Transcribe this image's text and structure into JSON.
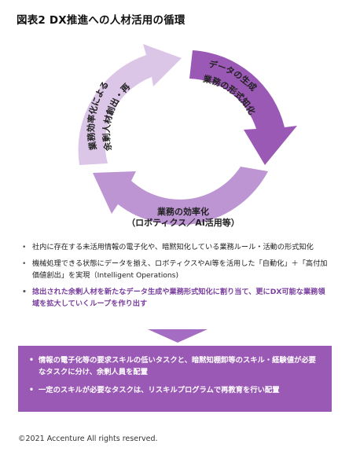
{
  "title": "図表2 DX推進への人材活用の循環",
  "cycle": {
    "stage_top_right_line1": "データの生成",
    "stage_top_right_line2": "業務の形式知化",
    "stage_left_line1": "業務効率化による",
    "stage_left_line2": "余剰人材創出・再配置",
    "stage_bottom_line1": "業務の効率化",
    "stage_bottom_line2": "（ロボティクス／AI活用等）",
    "colors": {
      "top_right": "#9b59b6",
      "left": "#dcc6e7",
      "bottom": "#bd95d2"
    }
  },
  "bullets": [
    {
      "text": "社内に存在する未活用情報の電子化や、暗黙知化している業務ルール・活動の形式知化"
    },
    {
      "text": "機械処理できる状態にデータを揃え、ロボティクスやAI等を活用した「自動化」＋「高付加価値創出」を実現（Intelligent Operations)"
    },
    {
      "text": "捻出された余剰人材を新たなデータ生成や業務形式知化に割り当て、更にDX可能な業務領域を拡大していくループを作り出す"
    }
  ],
  "box": {
    "items": [
      "情報の電子化等の要求スキルの低いタスクと、暗黙知棚卸等のスキル・経験値が必要なタスクに分け、余剰人員を配置",
      "一定のスキルが必要なタスクは、リスキルプログラムで再教育を行い配置"
    ]
  },
  "copyright": "©2021 Accenture All rights reserved."
}
